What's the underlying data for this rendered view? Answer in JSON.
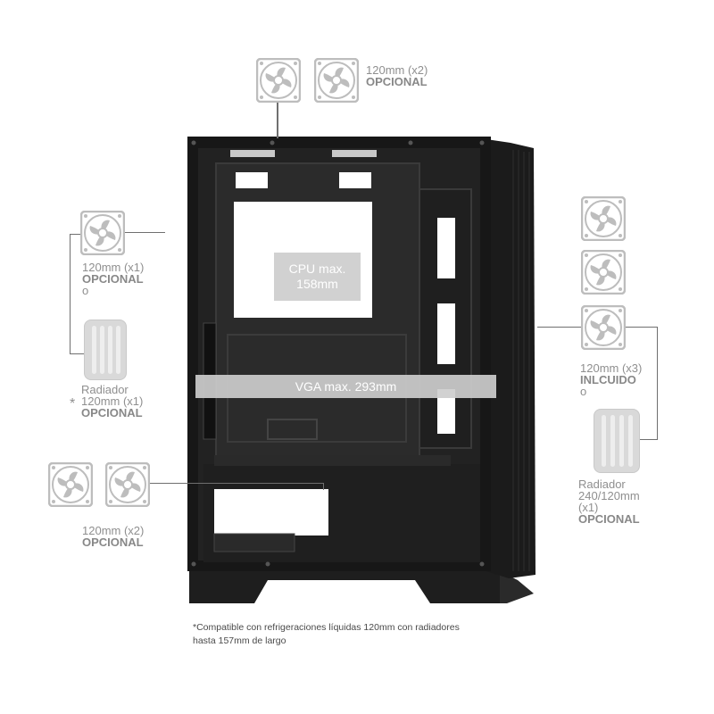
{
  "top_fans": {
    "size": "120mm (x2)",
    "status": "OPCIONAL"
  },
  "left_fan": {
    "size": "120mm (x1)",
    "status": "OPCIONAL",
    "or": "o"
  },
  "left_radiator": {
    "name": "Radiador",
    "size": "120mm (x1)",
    "status": "OPCIONAL",
    "mark": "*"
  },
  "bottom_fans": {
    "size": "120mm (x2)",
    "status": "OPCIONAL"
  },
  "front_fans": {
    "size": "120mm (x3)",
    "status": "INLCUIDO",
    "or": "o"
  },
  "front_radiator": {
    "name": "Radiador",
    "size": "240/120mm",
    "qty": "(x1)",
    "status": "OPCIONAL"
  },
  "cpu": {
    "line1": "CPU max.",
    "line2": "158mm"
  },
  "vga": {
    "label": "VGA max. 293mm"
  },
  "footnote": {
    "line1": "*Compatible con refrigeraciones líquidas 120mm con radiadores",
    "line2": "hasta 157mm de largo"
  },
  "colors": {
    "case": "#1c1c1c",
    "icon": "#bdbdbd",
    "band": "#cdcdcd"
  }
}
